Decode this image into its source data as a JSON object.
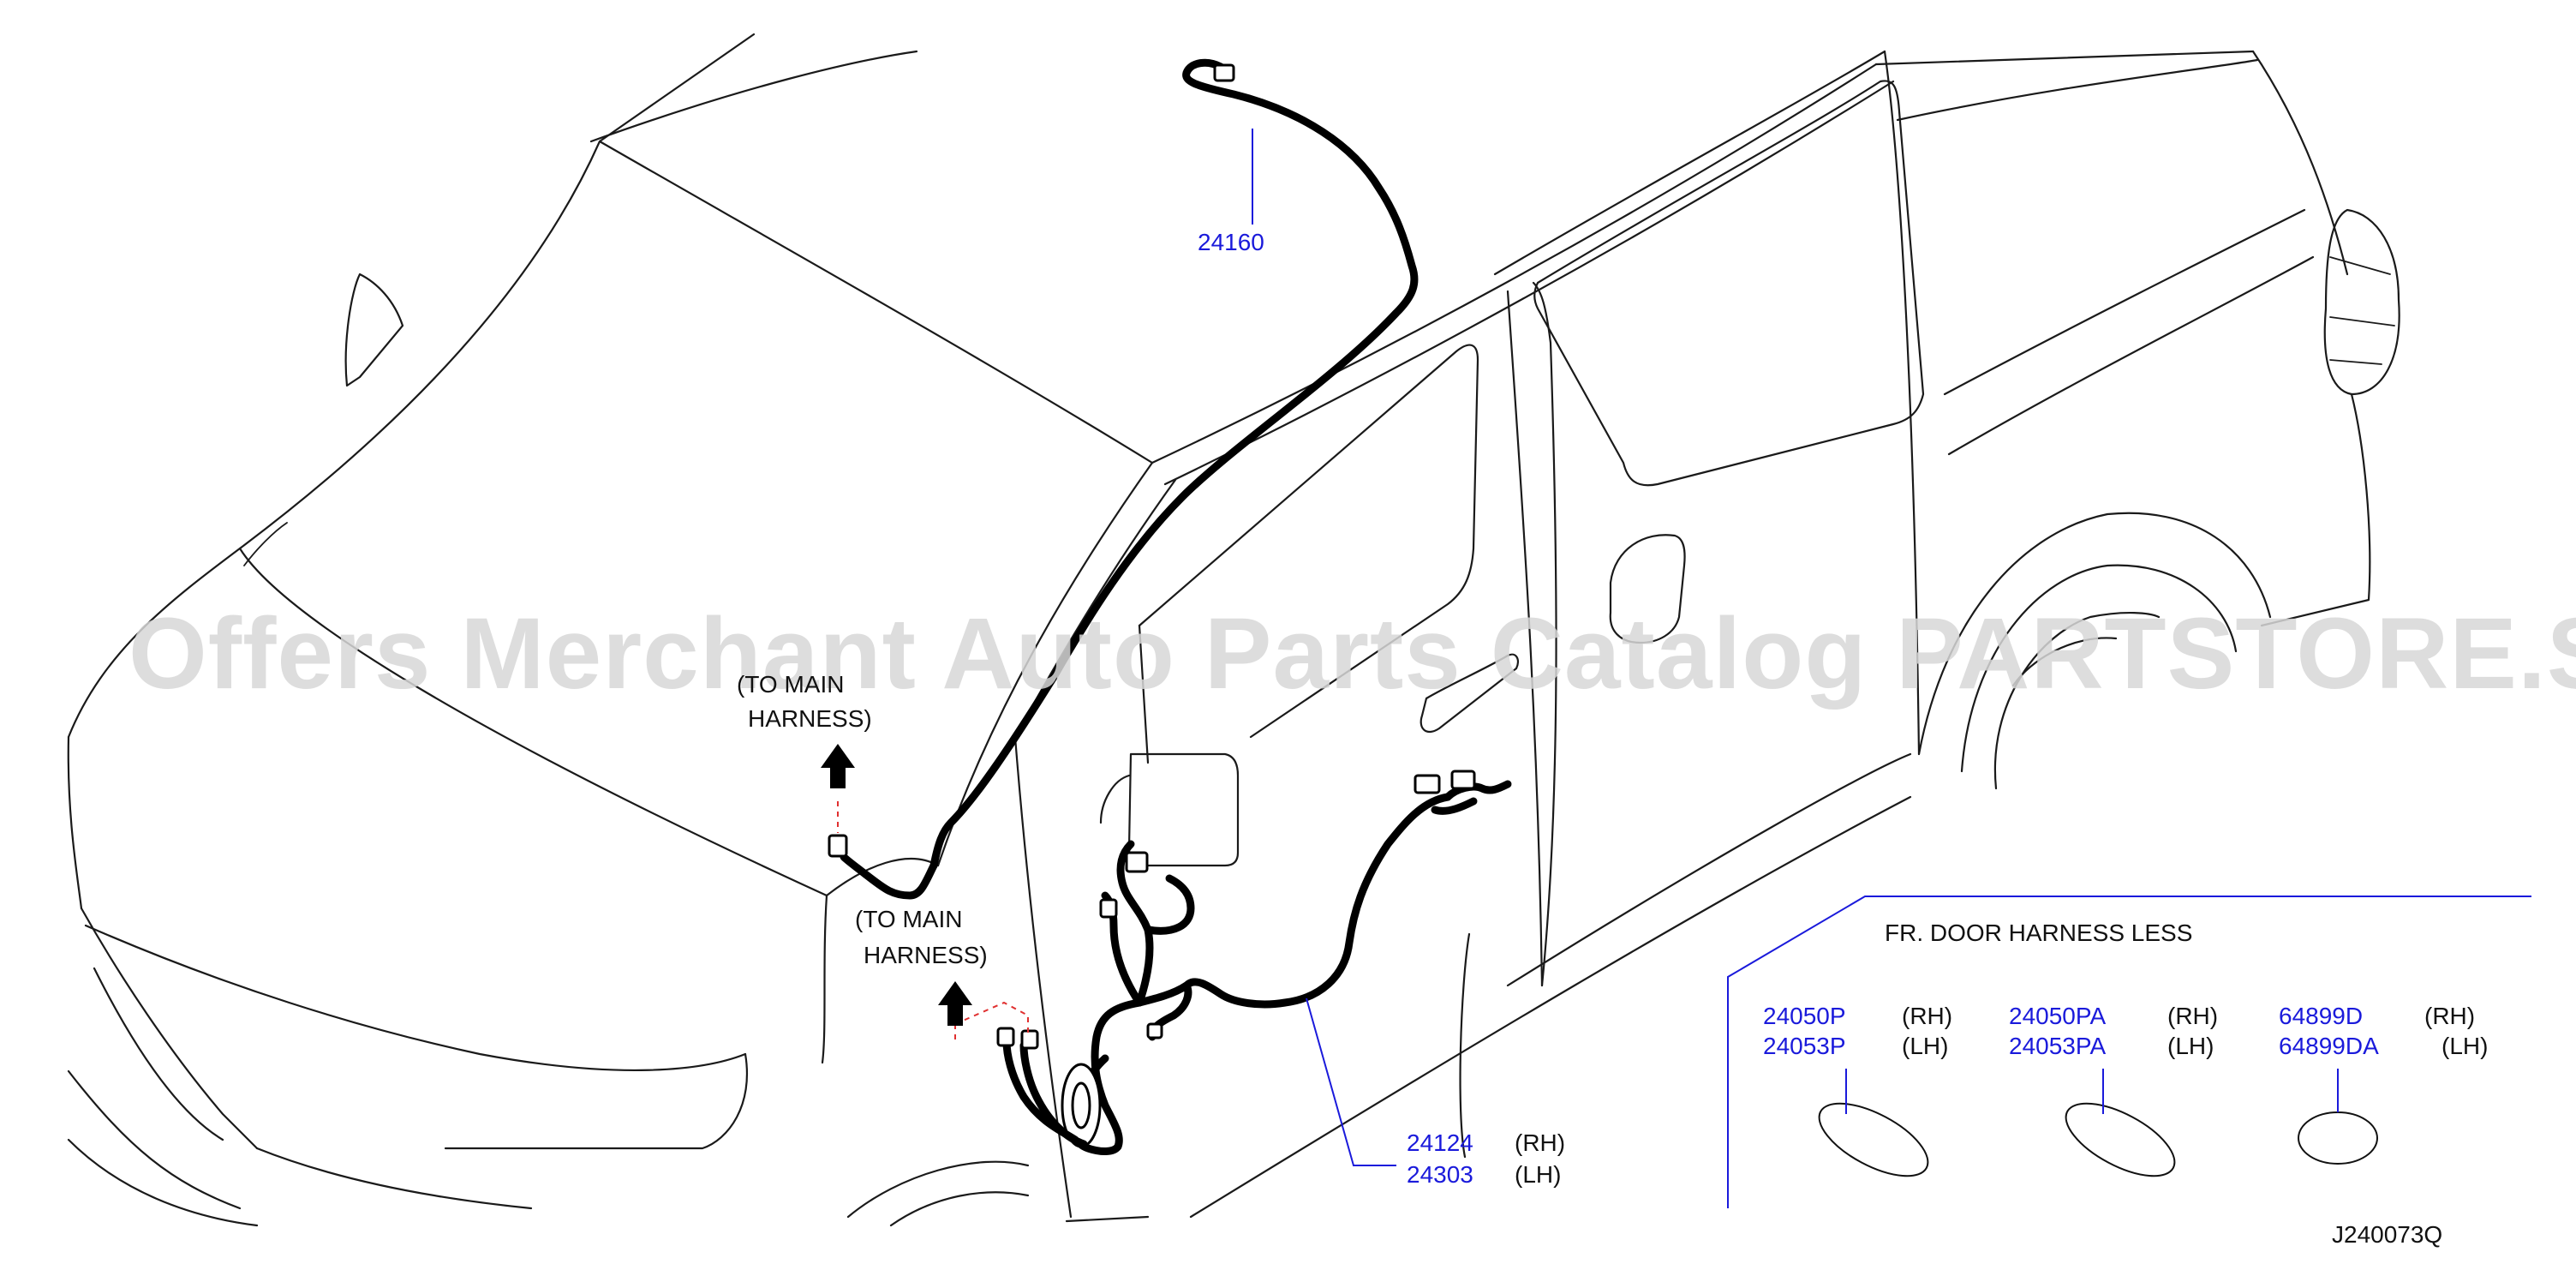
{
  "watermark": "Offers Merchant Auto Parts Catalog PARTSTORE.SA",
  "diagram_id": "J240073Q",
  "colors": {
    "part_number": "#1a1adb",
    "leader": "#1a1adb",
    "red_dash": "#e03030",
    "ink": "#111111"
  },
  "notes": {
    "to_main_upper": [
      "(TO  MAIN",
      "HARNESS)"
    ],
    "to_main_lower": [
      "(TO  MAIN",
      "HARNESS)"
    ]
  },
  "callouts": {
    "roof": {
      "part": "24160"
    },
    "door": {
      "rh_part": "24124",
      "rh_side": "(RH)",
      "lh_part": "24303",
      "lh_side": "(LH)"
    }
  },
  "inset": {
    "title": "FR.  DOOR  HARNESS  LESS",
    "groups": [
      {
        "rh_part": "24050P",
        "rh_side": "(RH)",
        "lh_part": "24053P",
        "lh_side": "(LH)"
      },
      {
        "rh_part": "24050PA",
        "rh_side": "(RH)",
        "lh_part": "24053PA",
        "lh_side": "(LH)"
      },
      {
        "rh_part": "64899D",
        "rh_side": "(RH)",
        "lh_part": "64899DA",
        "lh_side": "(LH)"
      }
    ]
  }
}
